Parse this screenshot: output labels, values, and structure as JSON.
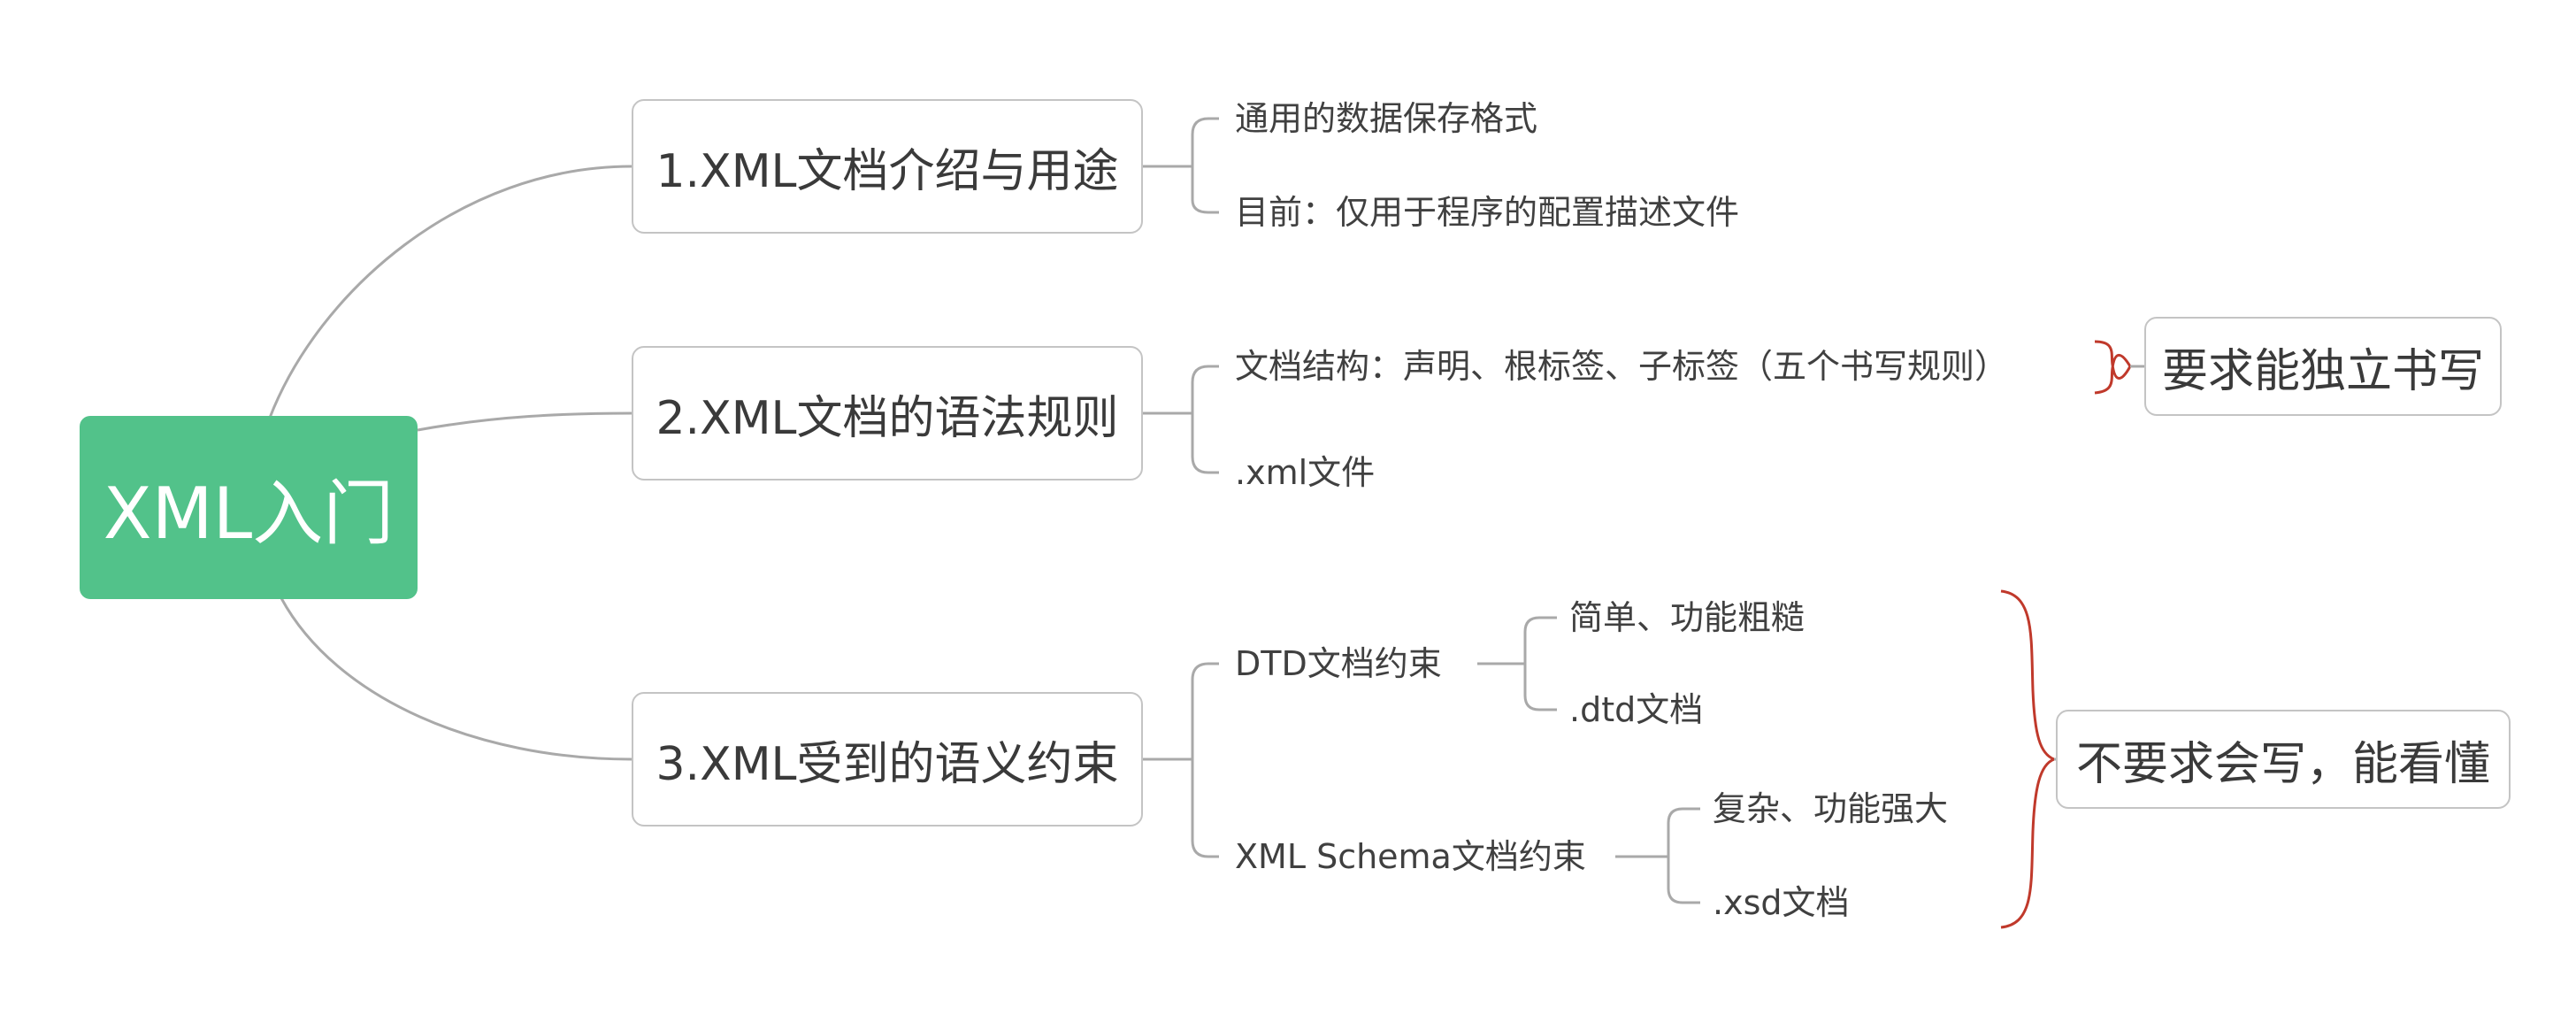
{
  "root": {
    "label": "XML入门"
  },
  "branches": [
    {
      "label": "1.XML文档介绍与用途",
      "children": [
        {
          "label": "通用的数据保存格式"
        },
        {
          "label": "目前：仅用于程序的配置描述文件"
        }
      ]
    },
    {
      "label": "2.XML文档的语法规则",
      "children": [
        {
          "label": "文档结构：声明、根标签、子标签（五个书写规则）"
        },
        {
          "label": ".xml文件"
        }
      ]
    },
    {
      "label": "3.XML受到的语义约束",
      "children": [
        {
          "label": "DTD文档约束",
          "children": [
            {
              "label": "简单、功能粗糙"
            },
            {
              "label": ".dtd文档"
            }
          ]
        },
        {
          "label": "XML Schema文档约束",
          "children": [
            {
              "label": "复杂、功能强大"
            },
            {
              "label": ".xsd文档"
            }
          ]
        }
      ]
    }
  ],
  "summaries": [
    {
      "label": "要求能独立书写"
    },
    {
      "label": "不要求会写，能看懂"
    }
  ],
  "colors": {
    "root_fill": "#52c28a",
    "connector": "#a9a9a9",
    "node_border": "#c4c4c4",
    "summary_brace": "#c0392b"
  }
}
